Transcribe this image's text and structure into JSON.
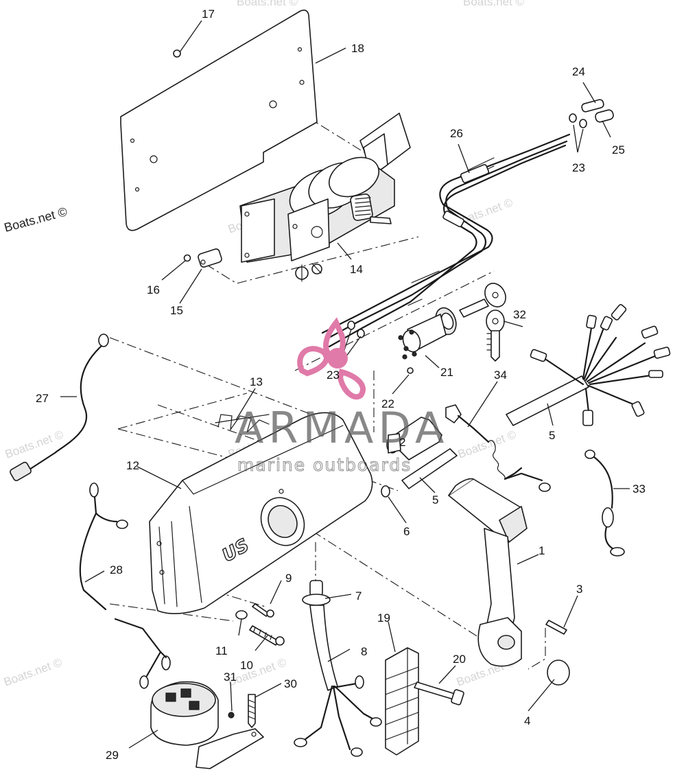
{
  "watermarks": {
    "main": "Boats.net ©",
    "repeated": "Boats.net ©"
  },
  "brand": {
    "name": "ARMADA",
    "subtitle": "marine outboards",
    "logo_color": "#e07aa8"
  },
  "markings": {
    "housing_logo": "US"
  },
  "callouts": [
    "1",
    "2",
    "3",
    "4",
    "5",
    "5",
    "6",
    "7",
    "8",
    "9",
    "10",
    "11",
    "12",
    "13",
    "14",
    "15",
    "16",
    "17",
    "18",
    "19",
    "20",
    "21",
    "22",
    "23",
    "23",
    "24",
    "25",
    "26",
    "27",
    "28",
    "29",
    "30",
    "31",
    "32",
    "33",
    "34"
  ]
}
